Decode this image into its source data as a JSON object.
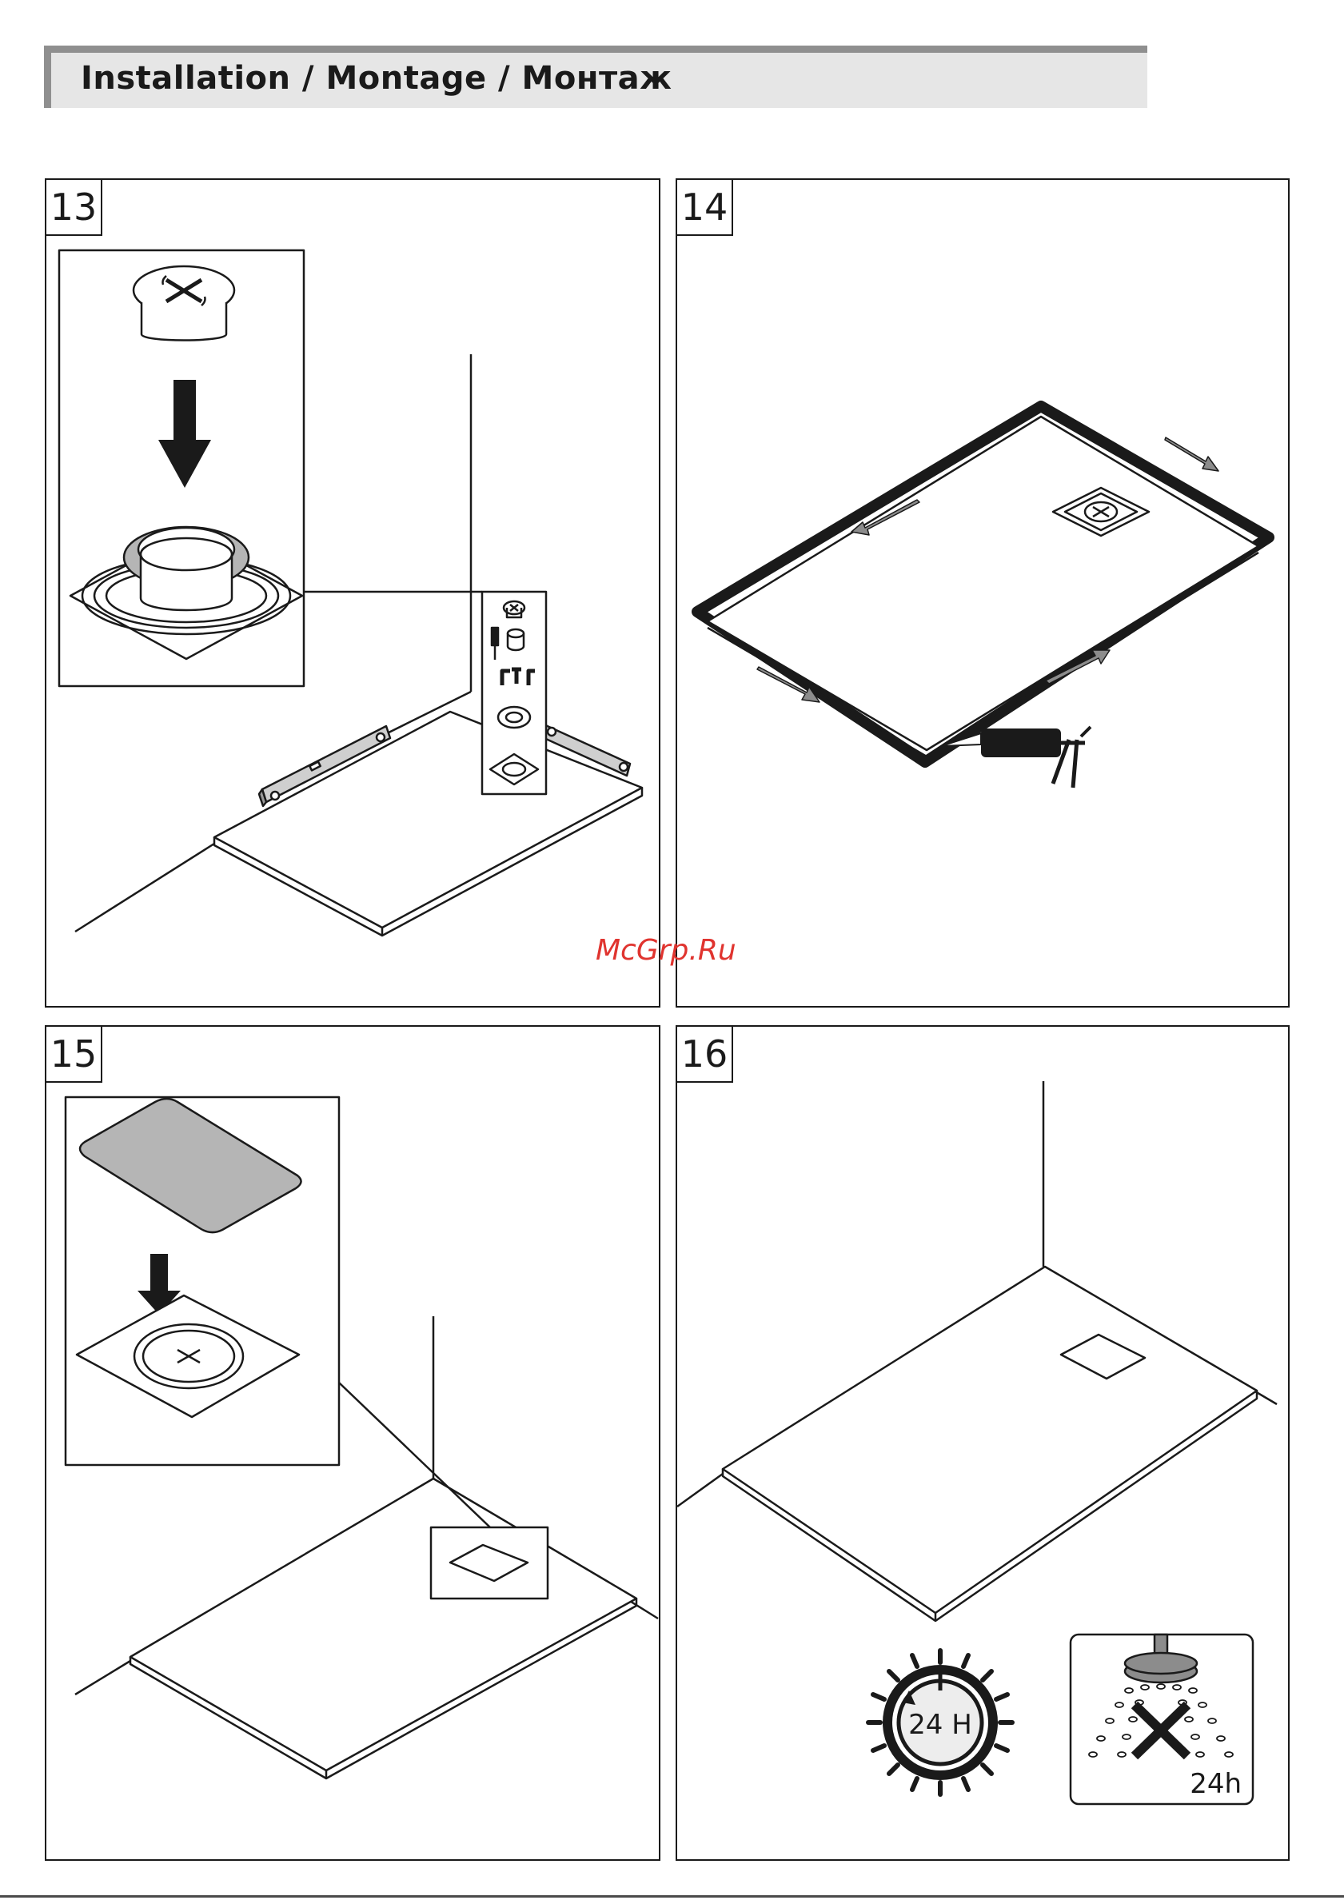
{
  "header": {
    "title": "Installation / Montage / Монтаж"
  },
  "steps": [
    {
      "number": "13"
    },
    {
      "number": "14"
    },
    {
      "number": "15"
    },
    {
      "number": "16",
      "cure_label": "24 H",
      "no_shower_label": "24h"
    }
  ],
  "watermark": "McGrp.Ru",
  "colors": {
    "ink": "#1a1a1a",
    "grey_fill": "#b5b5b5",
    "arrow_grey": "#8c8c8c",
    "header_bg": "#e6e6e6"
  }
}
